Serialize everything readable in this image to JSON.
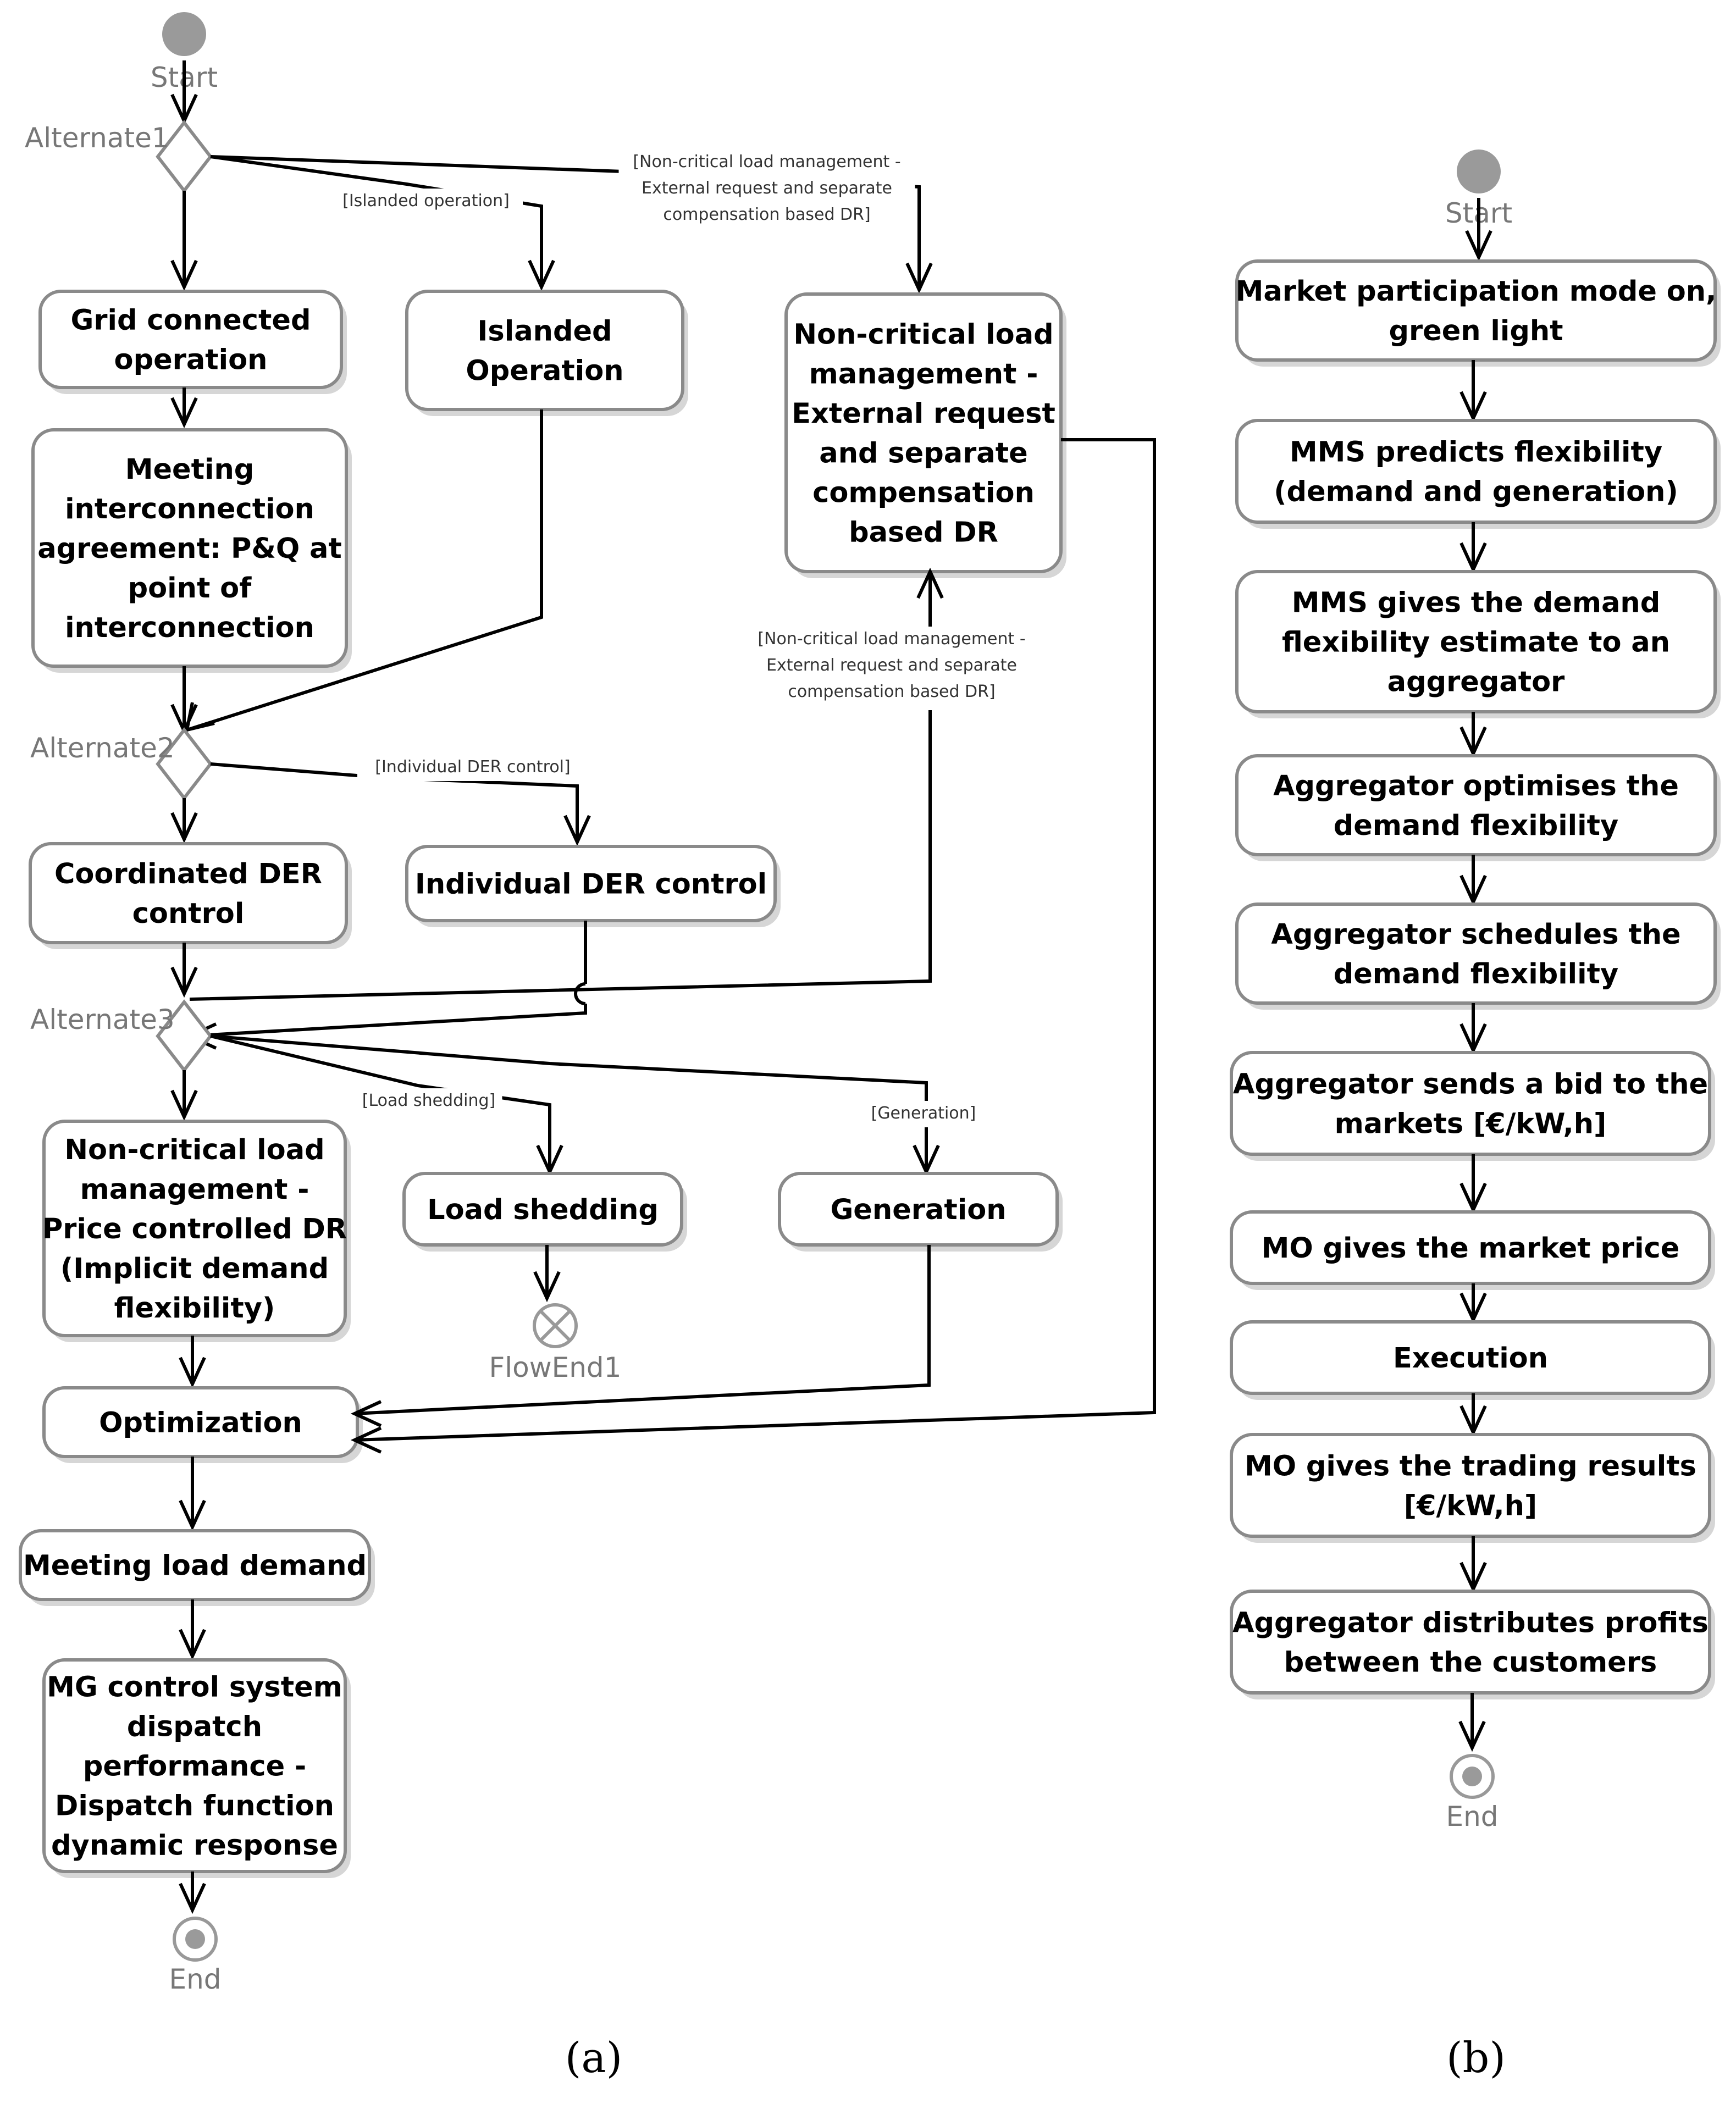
{
  "diagram_a": {
    "start_label": "Start",
    "end_label": "End",
    "flow_end_label": "FlowEnd1",
    "alternate1": "Alternate1",
    "alternate2": "Alternate2",
    "alternate3": "Alternate3",
    "nodes": {
      "grid_connected": [
        "Grid connected",
        "operation"
      ],
      "islanded": [
        "Islanded",
        "Operation"
      ],
      "noncritical_ext": [
        "Non-critical load",
        "management -",
        "External request",
        "and separate",
        "compensation",
        "based DR"
      ],
      "meeting_interconnection": [
        "Meeting",
        "interconnection",
        "agreement: P&Q at",
        "point of",
        "interconnection"
      ],
      "coordinated_der": [
        "Coordinated DER",
        "control"
      ],
      "individual_der": [
        "Individual DER control"
      ],
      "noncritical_price": [
        "Non-critical load",
        "management -",
        "Price controlled DR",
        "(Implicit demand",
        "flexibility)"
      ],
      "load_shedding": [
        "Load shedding"
      ],
      "generation": [
        "Generation"
      ],
      "optimization": [
        "Optimization"
      ],
      "meeting_load": [
        "Meeting load demand"
      ],
      "mg_control": [
        "MG control system",
        "dispatch",
        "performance -",
        "Dispatch function",
        "dynamic response"
      ]
    },
    "guards": {
      "islanded": "[Islanded operation]",
      "noncritical_top": [
        "[Non-critical load management -",
        "External request and separate",
        "compensation based DR]"
      ],
      "noncritical_mid": [
        "[Non-critical load management -",
        "External request and separate",
        "compensation based DR]"
      ],
      "individual_der": "[Individual DER control]",
      "load_shedding": "[Load shedding]",
      "generation": "[Generation]"
    },
    "caption": "(a)"
  },
  "diagram_b": {
    "start_label": "Start",
    "end_label": "End",
    "nodes": [
      [
        "Market participation mode on,",
        "green light"
      ],
      [
        "MMS predicts flexibility",
        "(demand and generation)"
      ],
      [
        "MMS gives the demand",
        "flexibility estimate to an",
        "aggregator"
      ],
      [
        "Aggregator optimises the",
        "demand flexibility"
      ],
      [
        "Aggregator schedules the",
        "demand flexibility"
      ],
      [
        "Aggregator sends a bid to the",
        "markets [€/kW,h]"
      ],
      [
        "MO gives the market price"
      ],
      [
        "Execution"
      ],
      [
        "MO gives the trading results",
        "[€/kW,h]"
      ],
      [
        "Aggregator distributes profits",
        "between the customers"
      ]
    ],
    "caption": "(b)"
  }
}
